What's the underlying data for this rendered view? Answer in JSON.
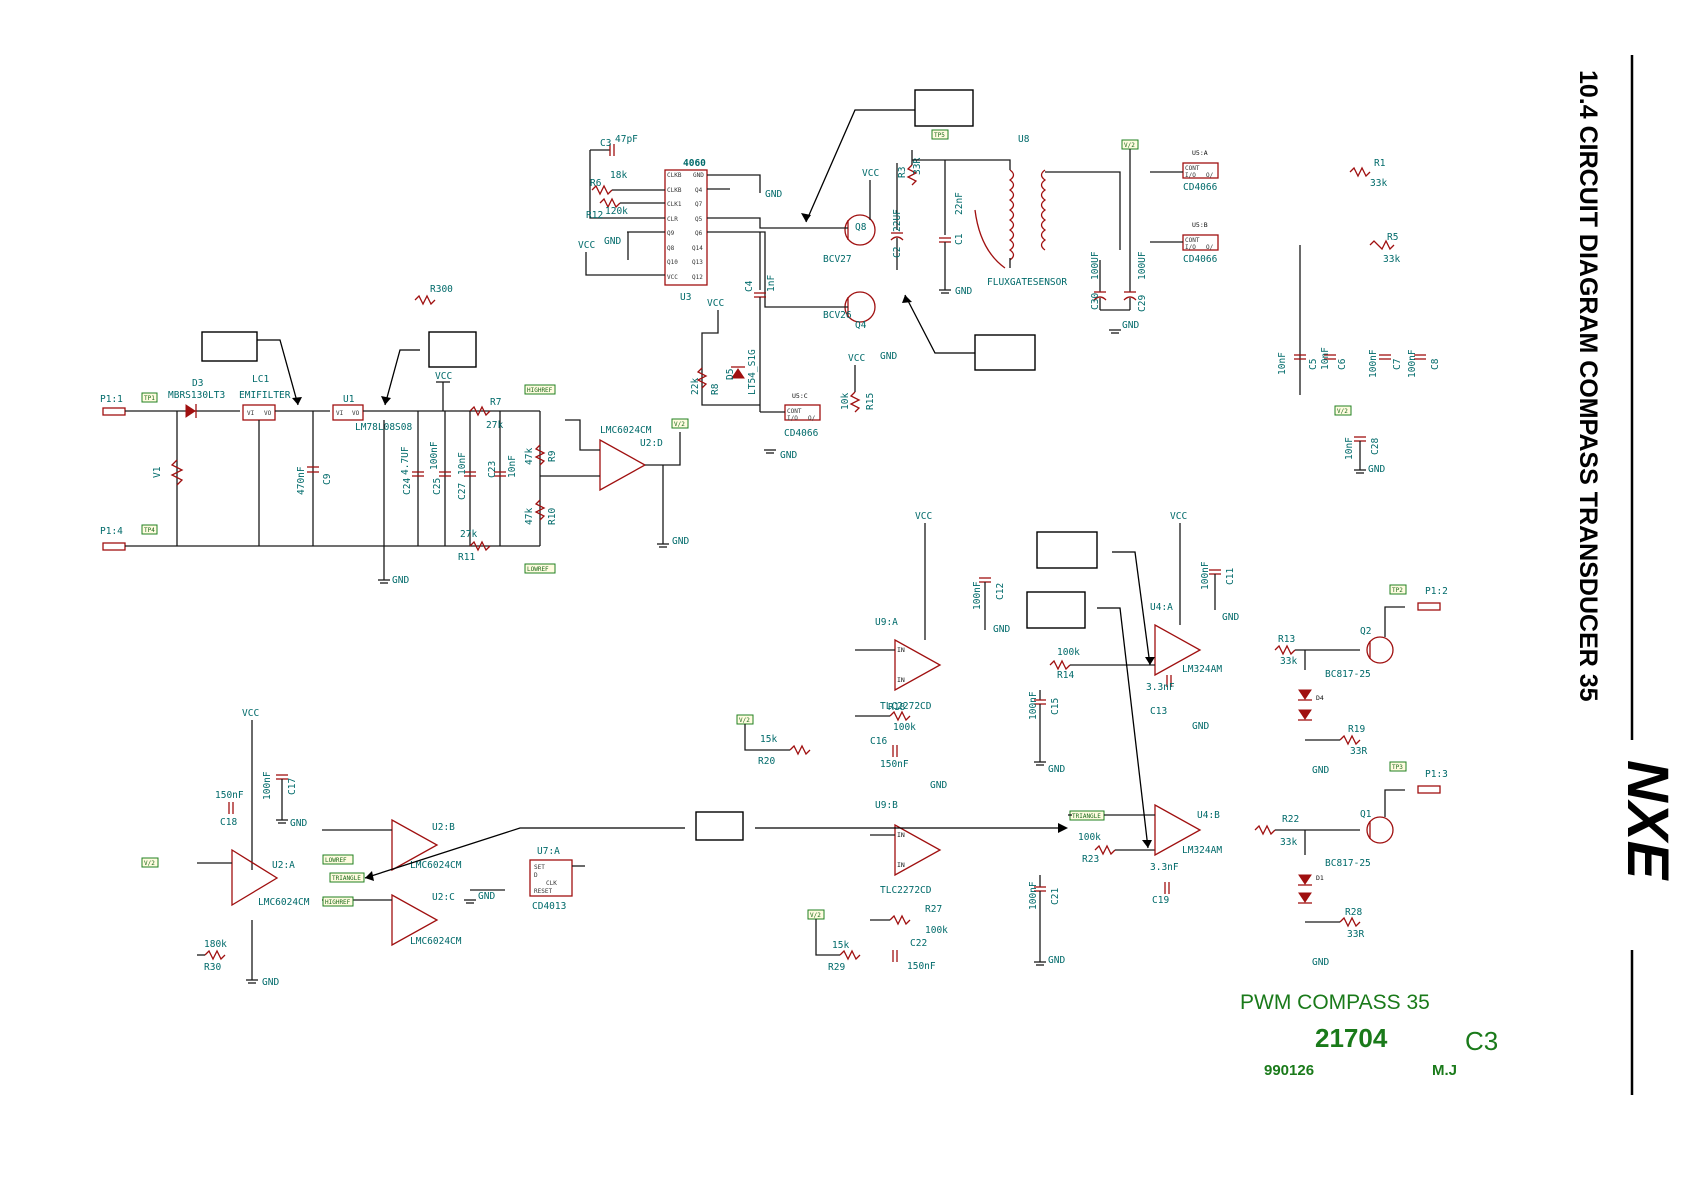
{
  "title_block": {
    "vertical_title": "10.4 CIRCUIT DIAGRAM COMPASS TRANSDUCER 35",
    "logo_text": "NXE",
    "project": "PWM COMPASS 35",
    "number": "21704",
    "date": "990126",
    "revision": "C3",
    "drawn_by": "M.J"
  },
  "parts": {
    "D3": "D3",
    "D3v": "MBRS130LT3",
    "LC1": "LC1",
    "LC1v": "EMIFILTER",
    "U1": "U1",
    "U1v": "LM78L08S08",
    "V1": "V1",
    "C9": "C9",
    "C9v": "470nF",
    "C24": "C24",
    "C24v": "4.7UF",
    "C25": "C25",
    "C25v": "100nF",
    "C27": "C27",
    "C27v": "10nF",
    "C23": "C23",
    "C23v": "10nF",
    "R7": "R7",
    "R7v": "27k",
    "R11": "R11",
    "R11v": "27k",
    "R9": "R9",
    "R9v": "47k",
    "R10": "R10",
    "R10v": "47k",
    "U2D": "U2:D",
    "U2Dv": "LMC6024CM",
    "R300": "R300",
    "C3": "C3",
    "C3v": "47pF",
    "R6": "R6",
    "R6v": "18k",
    "R12": "R12",
    "R12v": "120k",
    "U3": "U3",
    "U3v": "4060",
    "C4": "C4",
    "C4v": "1nF",
    "R8": "R8",
    "R8v": "22k",
    "D5": "D5",
    "D5v": "LT54_S1G",
    "Q8": "Q8",
    "Q8v": "BCV27",
    "Q4": "Q4",
    "Q4v": "BCV26",
    "R3": "R3",
    "R3v": "33R",
    "C2": "C2",
    "C2v": "22UF",
    "C1": "C1",
    "C1v": "22nF",
    "U8": "U8",
    "U8v": "FLUXGATESENSOR",
    "R15": "R15",
    "R15v": "10k",
    "U5C": "U5:C",
    "U5Cv": "CD4066",
    "C30": "C30",
    "C30v": "100UF",
    "C29": "C29",
    "C29v": "100UF",
    "U5A": "U5:A",
    "U5Av": "CD4066",
    "U5B": "U5:B",
    "U5Bv": "CD4066",
    "R1": "R1",
    "R1v": "33k",
    "R5": "R5",
    "R5v": "33k",
    "C5": "C5",
    "C5v": "10nF",
    "C6": "C6",
    "C6v": "10nF",
    "C7": "C7",
    "C7v": "100nF",
    "C8": "C8",
    "C8v": "100nF",
    "C28": "C28",
    "C28v": "10nF",
    "U9A": "U9:A",
    "U9Av": "TLC2272CD",
    "U9B": "U9:B",
    "U9Bv": "TLC2272CD",
    "C12": "C12",
    "C12v": "100nF",
    "C11": "C11",
    "C11v": "100nF",
    "R14": "R14",
    "R14v": "100k",
    "R18": "R18",
    "R18v": "100k",
    "C16": "C16",
    "C16v": "150nF",
    "R20": "R20",
    "R20v": "15k",
    "C15": "C15",
    "C15v": "100nF",
    "U4A": "U4:A",
    "U4Av": "LM324AM",
    "C13": "C13",
    "C13v": "3.3nF",
    "R13": "R13",
    "R13v": "33k",
    "Q2": "Q2",
    "Q2v": "BC817-25",
    "R19": "R19",
    "R19v": "33R",
    "D4": "D4",
    "R23": "R23",
    "R23v": "100k",
    "R27": "R27",
    "R27v": "100k",
    "C22": "C22",
    "C22v": "150nF",
    "R29": "R29",
    "R29v": "15k",
    "C21": "C21",
    "C21v": "100nF",
    "U4B": "U4:B",
    "U4Bv": "LM324AM",
    "C19": "C19",
    "C19v": "3.3nF",
    "R22": "R22",
    "R22v": "33k",
    "Q1": "Q1",
    "Q1v": "BC817-25",
    "R28": "R28",
    "R28v": "33R",
    "D1": "D1",
    "C17": "C17",
    "C17v": "100nF",
    "C18": "C18",
    "C18v": "150nF",
    "U2A": "U2:A",
    "U2Av": "LMC6024CM",
    "R30": "R30",
    "R30v": "180k",
    "U2B": "U2:B",
    "U2Bv": "LMC6024CM",
    "U2C": "U2:C",
    "U2Cv": "LMC6024CM",
    "U7A": "U7:A",
    "U7Av": "CD4013"
  },
  "nets": {
    "vcc": "VCC",
    "gnd": "GND",
    "v2": "V/2",
    "highref": "HIGHREF",
    "lowref": "LOWREF",
    "triangle": "TRIANGLE"
  },
  "connectors": {
    "p11": "P1:1",
    "p14": "P1:4",
    "p12": "P1:2",
    "p13": "P1:3",
    "tp1": "TP1",
    "tp4": "TP4",
    "tp2": "TP2",
    "tp3": "TP3",
    "tp5": "TP5"
  },
  "ic_pins": {
    "u3_left": [
      "CLKB",
      "CLKB",
      "CLK1",
      "CLR",
      "Q9",
      "Q8",
      "Q10",
      "VCC"
    ],
    "u3_right": [
      "GND",
      "Q4",
      "Q7",
      "Q5",
      "Q6",
      "Q14",
      "Q13",
      "Q12"
    ],
    "cd4066": [
      "CONT",
      "I/O",
      "O/"
    ],
    "cd4013": [
      "SET",
      "D",
      "CLK",
      "RESET"
    ],
    "reg": [
      "VI",
      "VO"
    ],
    "emi": [
      "VI",
      "VO"
    ]
  }
}
